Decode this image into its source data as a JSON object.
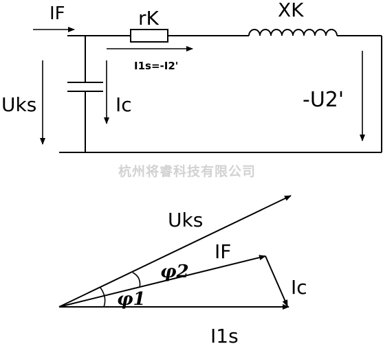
{
  "circuit": {
    "current_in": "IF",
    "resistor": "rK",
    "reactance": "XK",
    "current_series": "I1s=-I2'",
    "voltage_in": "Uks",
    "cap_current": "Ic",
    "voltage_out": "-U2'"
  },
  "watermark": "杭州将睿科技有限公司",
  "phasor": {
    "u_ks": "Uks",
    "i_f": "IF",
    "i_c": "Ic",
    "i_1s": "I1s",
    "phi_1": "φ1",
    "phi_2": "φ2"
  }
}
